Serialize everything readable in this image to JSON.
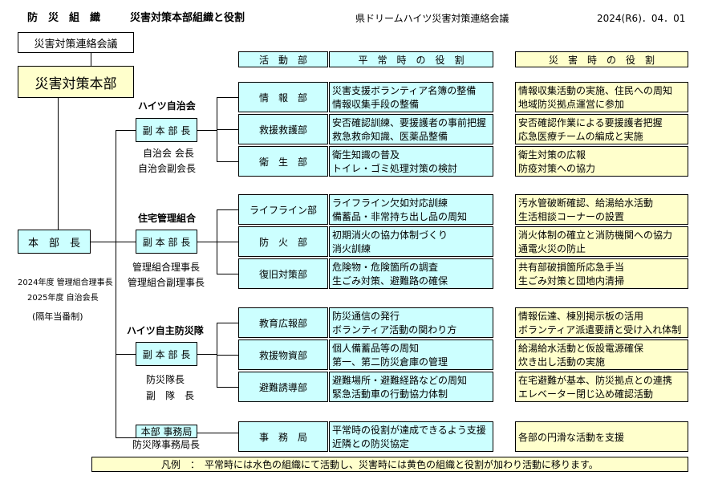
{
  "header": {
    "title_main": "防　災　組　織",
    "title_sub": "災害対策本部組織と役割",
    "org_name": "県ドリームハイツ災害対策連絡会議",
    "date": "2024(R6)．04．01"
  },
  "top": {
    "council": "災害対策連絡会議",
    "hq": "災害対策本部",
    "chief": "本　部　長",
    "chief_note1": "2024年度 管理組合理事長",
    "chief_note2": "2025年度 自治会長",
    "chief_note3": "(隔年当番制)"
  },
  "col_headers": {
    "dept": "活　動　部",
    "normal": "平　常　時　の　役　割",
    "disaster": "災　害　時　の　役　割"
  },
  "groups": [
    {
      "name": "ハイツ自治会",
      "deputy": "副 本 部 長",
      "members": [
        "自治会 会長",
        "自治会副会長"
      ],
      "depts": [
        {
          "name": "情　報　部",
          "normal": [
            "災害支援ボランティア名簿の整備",
            "情報収集手段の整備"
          ],
          "disaster": [
            "情報収集活動の実施、住民への周知",
            "地域防災拠点運営に参加"
          ]
        },
        {
          "name": "救援救護部",
          "normal": [
            "安否確認訓練、要援護者の事前把握",
            "救急救命知識、医薬品整備"
          ],
          "disaster": [
            "安否確認作業による要援護者把握",
            "応急医療チームの編成と実施"
          ]
        },
        {
          "name": "衛　生　部",
          "normal": [
            "衛生知識の普及",
            "トイレ・ゴミ処理対策の検討"
          ],
          "disaster": [
            "衛生対策の広報",
            "防疫対策への協力"
          ]
        }
      ]
    },
    {
      "name": "住宅管理組合",
      "deputy": "副 本 部 長",
      "members": [
        "管理組合理事長",
        "管理組合副理事長"
      ],
      "depts": [
        {
          "name": "ライフライン部",
          "normal": [
            "ライフライン欠如対応訓練",
            "備蓄品・非常持ち出し品の周知"
          ],
          "disaster": [
            "汚水管破断確認、給湯給水活動",
            "生活相談コーナーの設置"
          ]
        },
        {
          "name": "防　火　部",
          "normal": [
            "初期消火の協力体制づくり",
            "消火訓練"
          ],
          "disaster": [
            "消火体制の確立と消防機関への協力",
            "通電火災の防止"
          ]
        },
        {
          "name": "復旧対策部",
          "normal": [
            "危険物・危険箇所の調査",
            "生ごみ対策、避難路の確保"
          ],
          "disaster": [
            "共有部破損箇所応急手当",
            "生ごみ対策と団地内清掃"
          ]
        }
      ]
    },
    {
      "name": "ハイツ自主防災隊",
      "deputy": "副 本 部 長",
      "members": [
        "防災隊長",
        "副　隊　長"
      ],
      "depts": [
        {
          "name": "教育広報部",
          "normal": [
            "防災通信の発行",
            "ボランティア活動の関わり方"
          ],
          "disaster": [
            "情報伝達、棟別掲示板の活用",
            "ボランティア派遣要請と受け入れ体制"
          ]
        },
        {
          "name": "救援物資部",
          "normal": [
            "個人備蓄品等の周知",
            "第一、第二防災倉庫の管理"
          ],
          "disaster": [
            "給湯給水活動と仮設電源確保",
            "炊き出し活動の実施"
          ]
        },
        {
          "name": "避難誘導部",
          "normal": [
            "避難場所・避難経路などの周知",
            "緊急活動車の行動協力体制"
          ],
          "disaster": [
            "在宅避難が基本、防災拠点との連携",
            "エレベーター閉じ込め確認活動"
          ]
        }
      ]
    }
  ],
  "office": {
    "label": "本部 事務局",
    "member": "防災隊事務局長",
    "dept": "事　務　局",
    "normal": [
      "平常時の役割が達成できるよう支援",
      "近隣との防災協定"
    ],
    "disaster": "各部の円滑な活動を支援"
  },
  "legend": "凡例　：　平常時には水色の組織にて活動し、災害時には黄色の組織と役割が加わり活動に移ります。"
}
